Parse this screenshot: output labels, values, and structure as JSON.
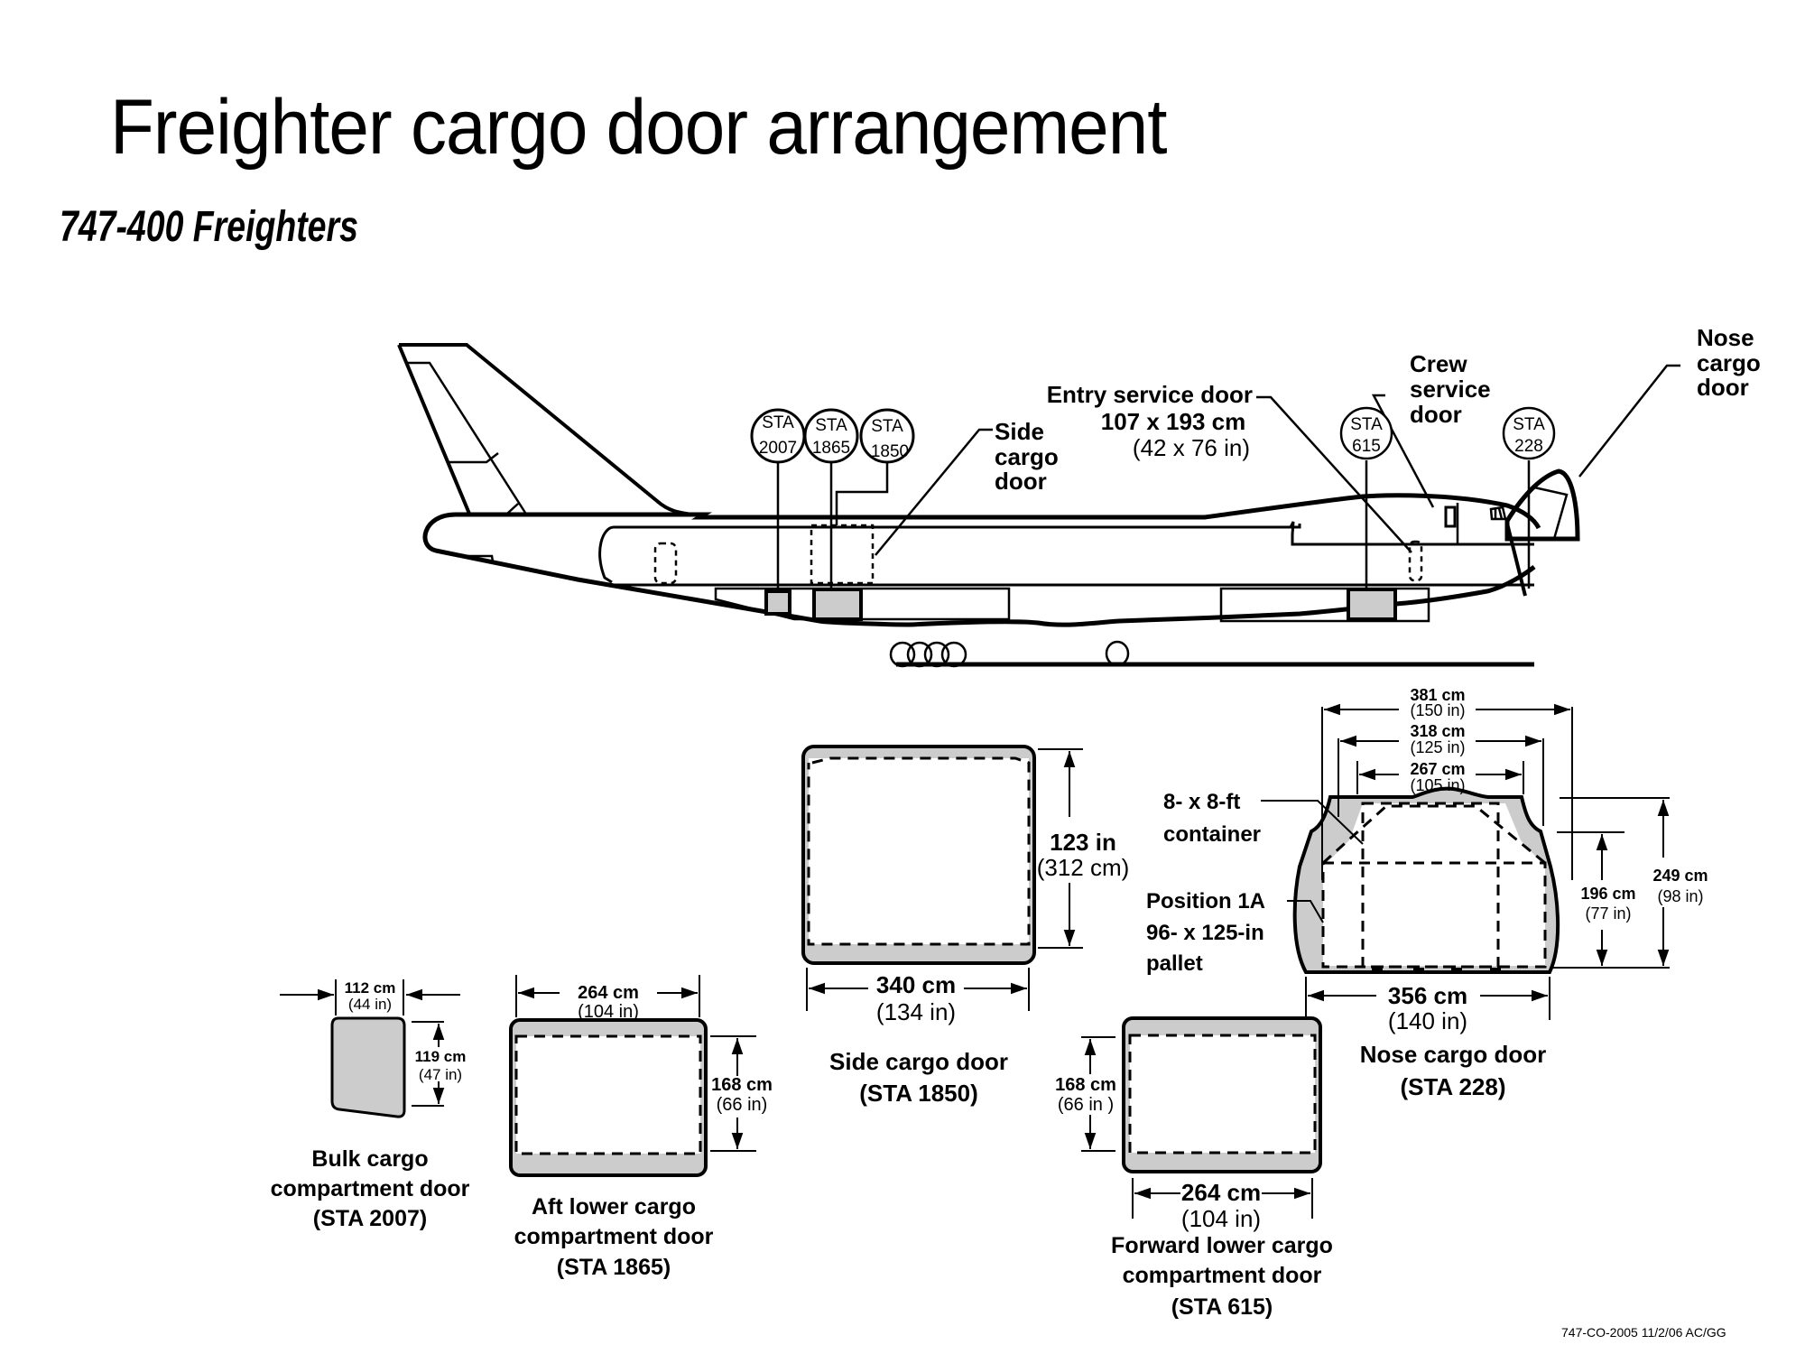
{
  "header": {
    "title": "Freighter cargo door arrangement",
    "subtitle": "747-400 Freighters"
  },
  "station_markers": [
    {
      "prefix": "STA",
      "number": "2007"
    },
    {
      "prefix": "STA",
      "number": "1865"
    },
    {
      "prefix": "STA",
      "number": "1850"
    },
    {
      "prefix": "STA",
      "number": "615"
    },
    {
      "prefix": "STA",
      "number": "228"
    }
  ],
  "aircraft_callouts": {
    "side_cargo_door": [
      "Side",
      "cargo",
      "door"
    ],
    "entry_service_door": {
      "label": "Entry service door",
      "size_cm": "107 x 193 cm",
      "size_in": "(42 x 76 in)"
    },
    "crew_service_door": [
      "Crew",
      "service",
      "door"
    ],
    "nose_cargo_door": [
      "Nose",
      "cargo",
      "door"
    ]
  },
  "doors": {
    "bulk": {
      "width_cm": "112 cm",
      "width_in": "(44 in)",
      "height_cm": "119 cm",
      "height_in": "(47 in)",
      "caption": [
        "Bulk cargo",
        "compartment door",
        "(STA 2007)"
      ]
    },
    "aft_lower": {
      "width_cm": "264 cm",
      "width_in": "(104 in)",
      "height_cm": "168 cm",
      "height_in": "(66 in)",
      "caption": [
        "Aft lower cargo",
        "compartment door",
        "(STA 1865)"
      ]
    },
    "side": {
      "width_cm": "340 cm",
      "width_in": "(134 in)",
      "height_in": "123 in",
      "height_cm": "(312 cm)",
      "caption": [
        "Side cargo door",
        "(STA 1850)"
      ]
    },
    "forward_lower": {
      "height_cm": "168 cm",
      "height_in": "(66 in )",
      "width_cm": "264 cm",
      "width_in": "(104 in)",
      "caption": [
        "Forward lower cargo",
        "compartment door",
        "(STA 615)"
      ]
    },
    "nose": {
      "widths": [
        {
          "cm": "381 cm",
          "in": "(150 in)"
        },
        {
          "cm": "318 cm",
          "in": "(125 in)"
        },
        {
          "cm": "267 cm",
          "in": "(105 in)"
        }
      ],
      "bottom_width_cm": "356 cm",
      "bottom_width_in": "(140 in)",
      "height_inner_cm": "196 cm",
      "height_inner_in": "(77 in)",
      "height_outer_cm": "249 cm",
      "height_outer_in": "(98 in)",
      "container_label": [
        "8- x 8-ft",
        "container"
      ],
      "pallet_label": [
        "Position 1A",
        "96- x 125-in",
        "pallet"
      ],
      "caption": [
        "Nose cargo door",
        "(STA 228)"
      ]
    }
  },
  "colors": {
    "line": "#000000",
    "door_fill": "#cccccc",
    "background": "#ffffff"
  },
  "footer": {
    "reference": "747-CO-2005  11/2/06  AC/GG"
  }
}
